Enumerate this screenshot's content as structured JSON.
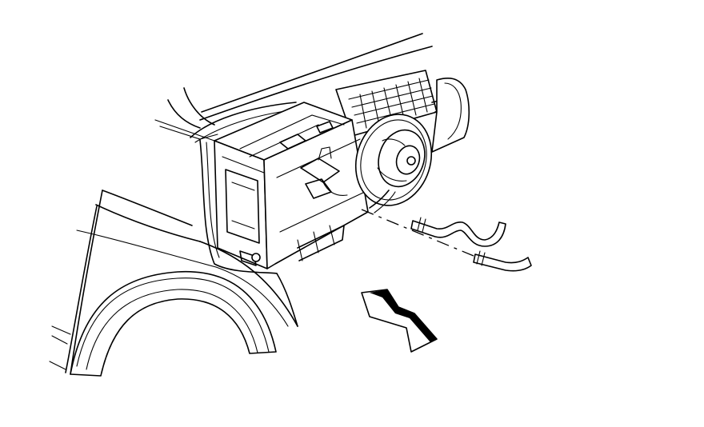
{
  "diagram": {
    "background": "#ffffff",
    "ink": "#000000",
    "parts": [
      {
        "id": "fender-panel",
        "kind": "body-structure"
      },
      {
        "id": "wheel-arch",
        "kind": "body-structure"
      },
      {
        "id": "cowl-panel",
        "kind": "body-structure"
      },
      {
        "id": "hvac-module-housing",
        "kind": "component"
      },
      {
        "id": "blower-motor",
        "kind": "component"
      },
      {
        "id": "heater-hose-upper",
        "kind": "hose"
      },
      {
        "id": "heater-hose-lower",
        "kind": "hose"
      },
      {
        "id": "vehicle-front-arrow",
        "kind": "direction-indicator"
      }
    ]
  }
}
